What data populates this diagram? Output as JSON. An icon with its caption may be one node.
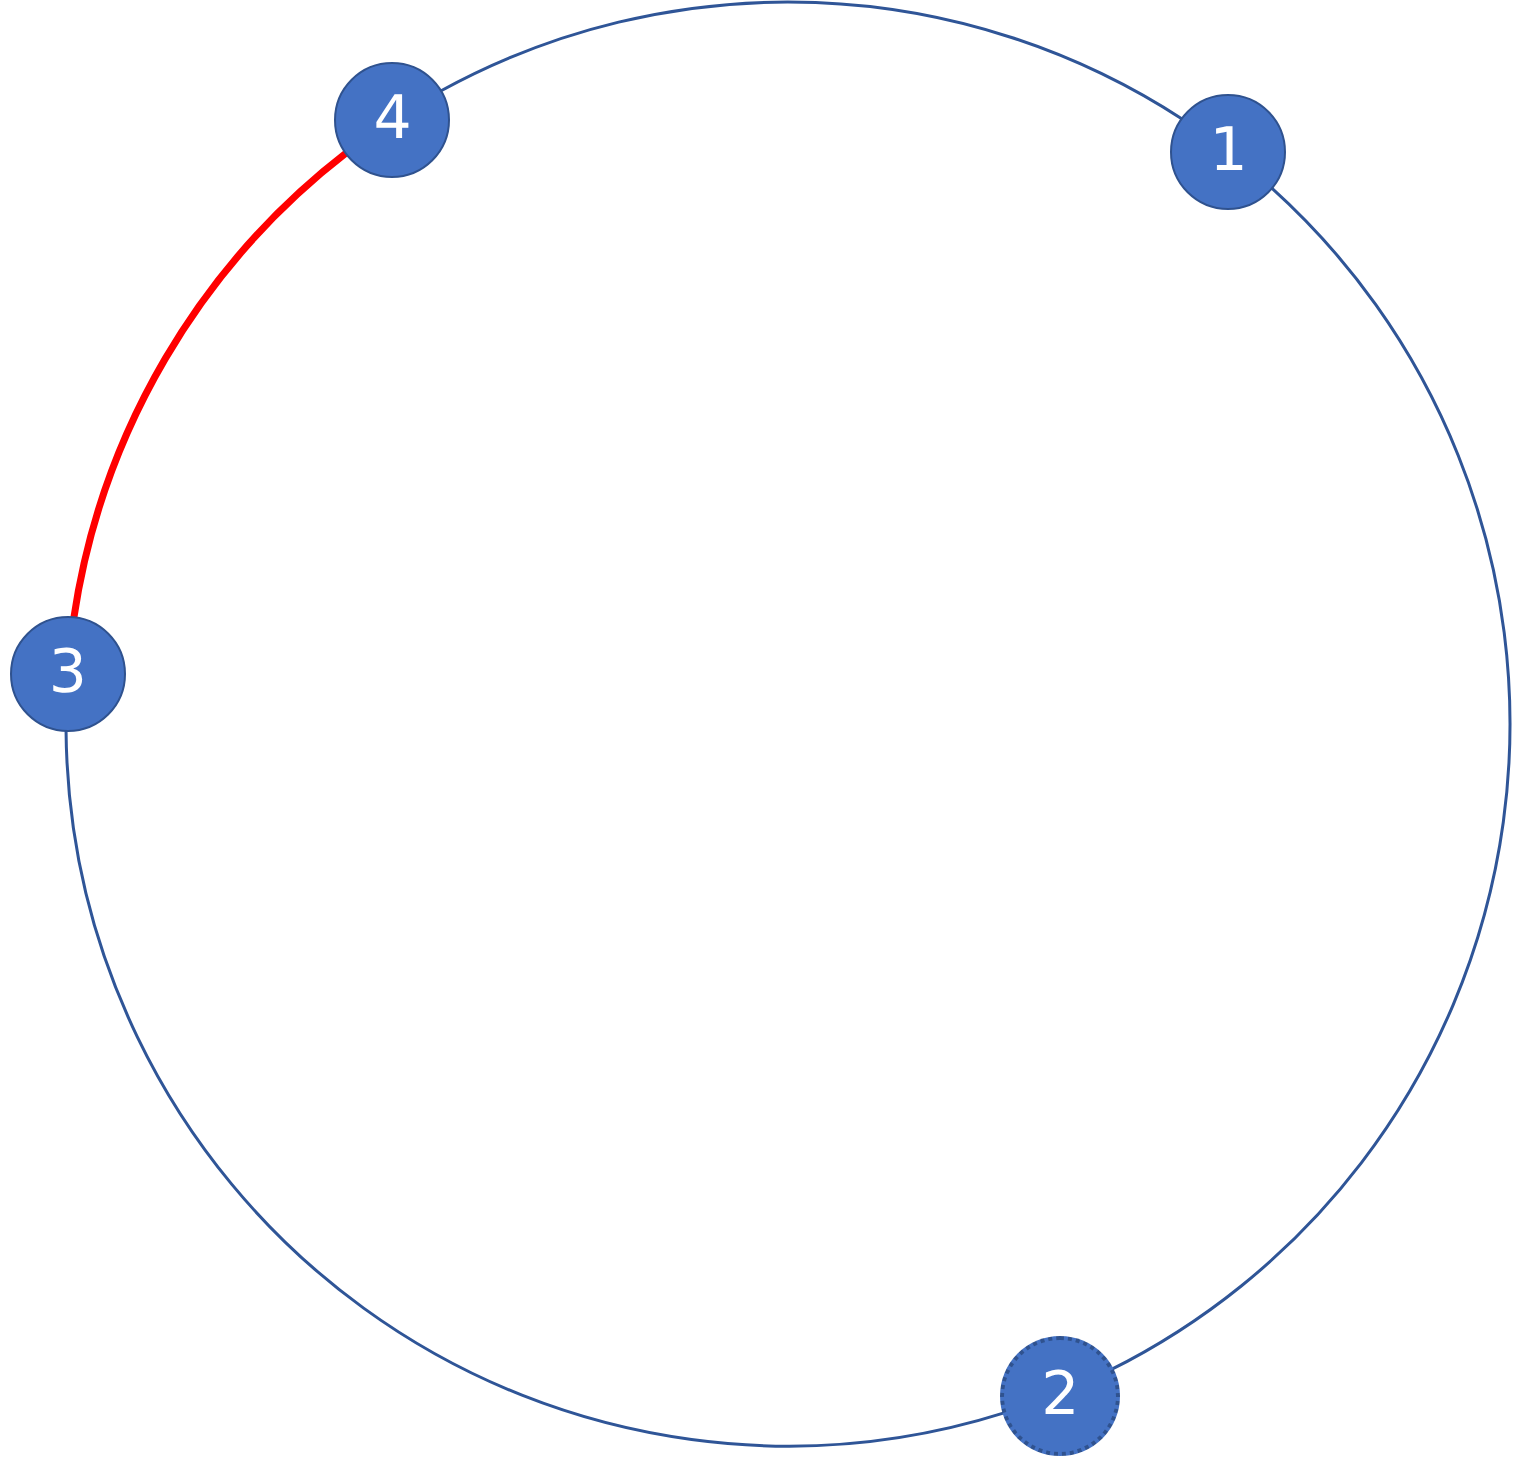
{
  "diagram": {
    "nodes": [
      {
        "text": [
          "1"
        ]
      },
      {
        "text": [
          "2"
        ]
      },
      {
        "text": [
          "3"
        ]
      },
      {
        "text": [
          "4"
        ]
      }
    ],
    "edges": [
      {
        "from": 0,
        "to": 1,
        "arrow": "none"
      },
      {
        "from": 1,
        "to": 2,
        "arrow": "none"
      },
      {
        "from": 2,
        "to": 3,
        "arrow": "none",
        "style": "thick",
        "color": "#ff0000"
      },
      {
        "from": 3,
        "to": 0,
        "arrow": "none"
      }
    ]
  }
}
